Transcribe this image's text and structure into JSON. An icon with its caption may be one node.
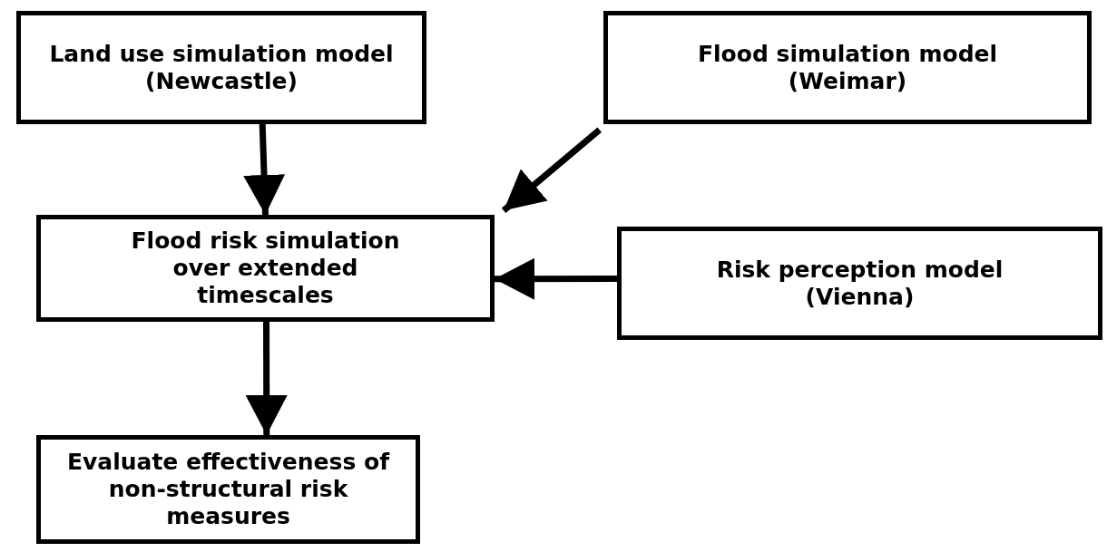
{
  "diagram": {
    "nodes": [
      {
        "text": [
          "Land use simulation model (Newcastle)"
        ]
      },
      {
        "text": [
          "Flood simulation model (Weimar)"
        ]
      },
      {
        "text": [
          "Flood risk simulation over extended timescales"
        ]
      },
      {
        "text": [
          "Risk perception model (Vienna)"
        ]
      },
      {
        "text": [
          "Evaluate effectiveness of non-structural risk measures"
        ]
      }
    ],
    "edges": [
      {
        "from": 0,
        "to": 2,
        "arrow": "to"
      },
      {
        "from": 1,
        "to": 2,
        "arrow": "to"
      },
      {
        "from": 3,
        "to": 2,
        "arrow": "to"
      },
      {
        "from": 2,
        "to": 4,
        "arrow": "to"
      }
    ]
  }
}
